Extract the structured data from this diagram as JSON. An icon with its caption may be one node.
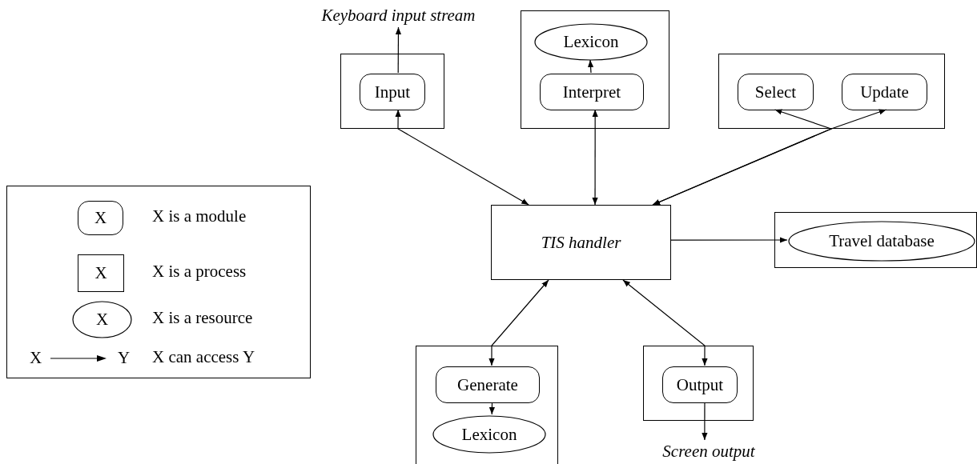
{
  "diagram": {
    "nodes": [
      {
        "text": [
          "Keyboard input stream"
        ]
      },
      {
        "text": [],
        "shape": "box"
      },
      {
        "text": [
          "Input"
        ],
        "in": 1
      },
      {
        "text": [],
        "shape": "box"
      },
      {
        "text": [
          "Lexicon"
        ],
        "in": 3
      },
      {
        "text": [
          "Interpret"
        ],
        "in": 3
      },
      {
        "text": [],
        "shape": "box"
      },
      {
        "text": [
          "Select"
        ],
        "in": 6
      },
      {
        "text": [
          "Update"
        ],
        "in": 6
      },
      {
        "text": [
          "TIS handler"
        ]
      },
      {
        "text": [],
        "shape": "box"
      },
      {
        "text": [
          "Travel database"
        ],
        "in": 10
      },
      {
        "text": [],
        "shape": "box"
      },
      {
        "text": [
          "Generate"
        ],
        "in": 12
      },
      {
        "text": [
          "Lexicon"
        ],
        "in": 12
      },
      {
        "text": [],
        "shape": "box"
      },
      {
        "text": [
          "Output"
        ],
        "in": 15
      },
      {
        "text": [
          "Screen output"
        ]
      }
    ],
    "edges": [
      {
        "from": 2,
        "to": 0,
        "arrow": "to"
      },
      {
        "from": 9,
        "to": 2,
        "arrow": "both"
      },
      {
        "from": 5,
        "to": 4,
        "arrow": "to"
      },
      {
        "from": 9,
        "to": 5,
        "arrow": "both"
      },
      {
        "from": 9,
        "to": 7,
        "arrow": "both"
      },
      {
        "from": 9,
        "to": 8,
        "arrow": "both"
      },
      {
        "from": 9,
        "to": 11,
        "arrow": "to"
      },
      {
        "from": 9,
        "to": 13,
        "arrow": "both"
      },
      {
        "from": 13,
        "to": 14,
        "arrow": "to"
      },
      {
        "from": 9,
        "to": 16,
        "arrow": "both"
      },
      {
        "from": 16,
        "to": 17,
        "arrow": "to"
      }
    ],
    "labels": [
      "X",
      "X",
      "X",
      "X",
      "Y"
    ],
    "legend": [
      {
        "text": "X is a module"
      },
      {
        "text": "X is a process"
      },
      {
        "text": "X is a resource"
      },
      {
        "text": "X can access Y"
      }
    ]
  }
}
